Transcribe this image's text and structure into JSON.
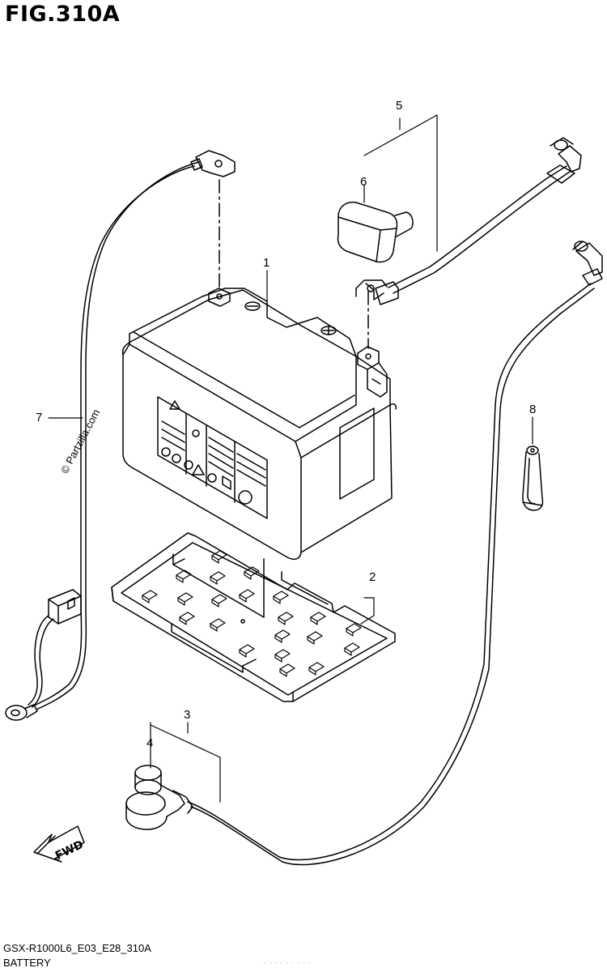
{
  "figure": {
    "title": "FIG.310A"
  },
  "callouts": [
    {
      "id": "1",
      "label": "1"
    },
    {
      "id": "2",
      "label": "2"
    },
    {
      "id": "3",
      "label": "3"
    },
    {
      "id": "4",
      "label": "4"
    },
    {
      "id": "5",
      "label": "5"
    },
    {
      "id": "6",
      "label": "6"
    },
    {
      "id": "7",
      "label": "7"
    },
    {
      "id": "8",
      "label": "8"
    }
  ],
  "fwd_label": "FWD",
  "watermark": "© Partzilla.com",
  "footer": {
    "code": "GSX-R1000L6_E03_E28_310A",
    "name": "BATTERY",
    "faint": "- - -   - - -   - - -"
  }
}
